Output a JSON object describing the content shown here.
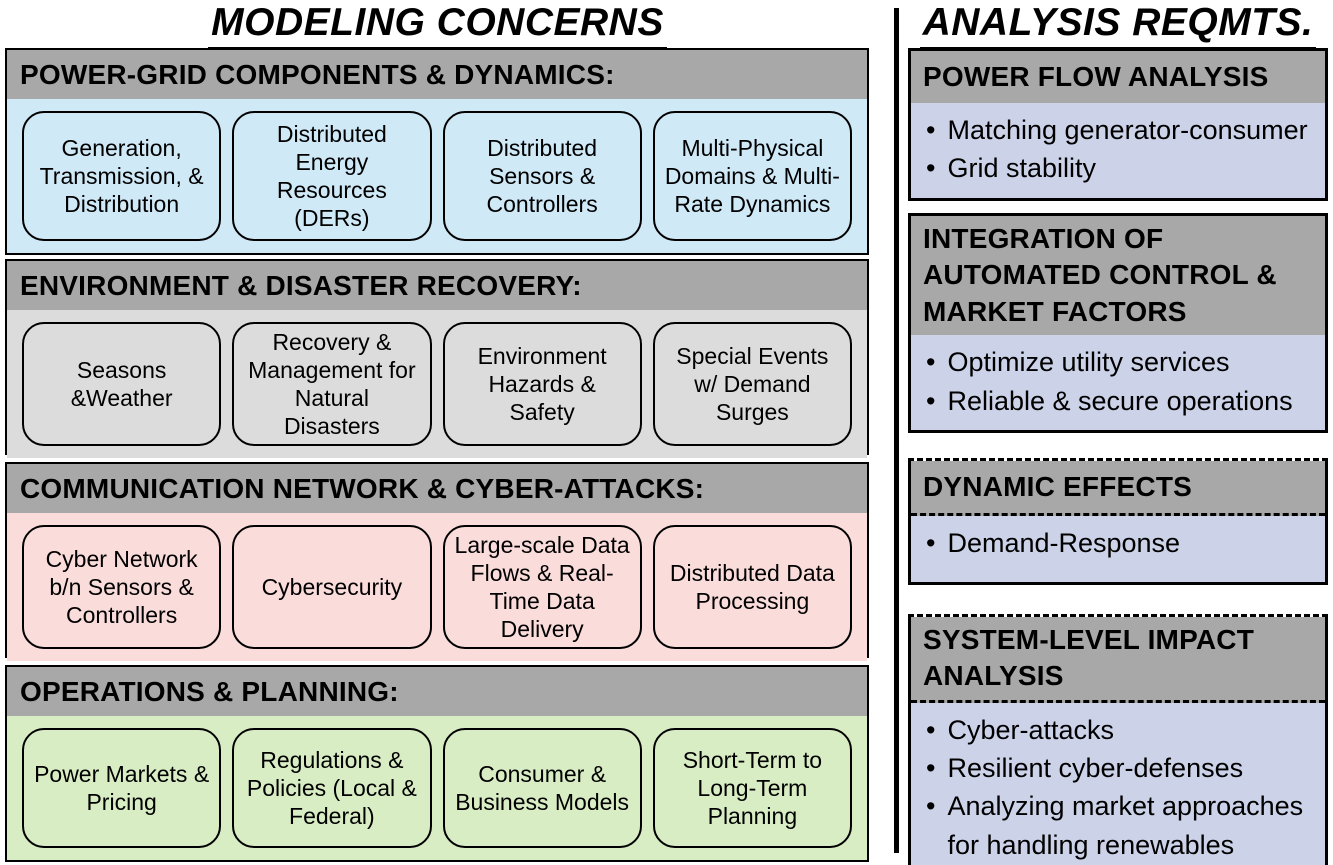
{
  "left_panel": {
    "title": "MODELING CONCERNS",
    "sections": [
      {
        "header": "POWER-GRID COMPONENTS & DYNAMICS:",
        "body_color": "#cfe9f7",
        "boxes": [
          "Generation, Transmission, & Distribution",
          "Distributed Energy Resources (DERs)",
          "Distributed Sensors & Controllers",
          "Multi-Physical Domains & Multi-Rate Dynamics"
        ]
      },
      {
        "header": "ENVIRONMENT & DISASTER RECOVERY:",
        "body_color": "#dcdcdc",
        "boxes": [
          "Seasons &Weather",
          "Recovery & Management for Natural Disasters",
          "Environment Hazards & Safety",
          "Special Events w/ Demand Surges"
        ]
      },
      {
        "header": "COMMUNICATION NETWORK & CYBER-ATTACKS:",
        "body_color": "#fadcdb",
        "boxes": [
          "Cyber Network b/n Sensors & Controllers",
          "Cybersecurity",
          "Large-scale Data Flows & Real-Time Data Delivery",
          "Distributed Data Processing"
        ]
      },
      {
        "header": "OPERATIONS & PLANNING:",
        "body_color": "#d9edc4",
        "boxes": [
          "Power Markets & Pricing",
          "Regulations & Policies (Local & Federal)",
          "Consumer & Business Models",
          "Short-Term to Long-Term Planning"
        ]
      }
    ]
  },
  "right_panel": {
    "title": "ANALYSIS REQMTS.",
    "bullet_glyph": "•",
    "sections": [
      {
        "header": "POWER FLOW ANALYSIS",
        "border_style": "solid",
        "bullets": [
          "Matching generator-consumer",
          "Grid stability"
        ]
      },
      {
        "header": "INTEGRATION OF\nAUTOMATED CONTROL &\nMARKET FACTORS",
        "border_style": "solid",
        "bullets": [
          "Optimize utility services",
          "Reliable & secure operations"
        ]
      },
      {
        "header": "DYNAMIC EFFECTS",
        "border_style": "dashed",
        "bullets": [
          "Demand-Response"
        ]
      },
      {
        "header": "SYSTEM-LEVEL IMPACT\nANALYSIS",
        "border_style": "dashed",
        "bullets": [
          "Cyber-attacks",
          "Resilient cyber-defenses",
          "Analyzing market approaches for handling renewables"
        ]
      }
    ]
  },
  "colors": {
    "header_gray": "#a8a8a8",
    "right_body_lavender": "#ccd2e8",
    "powergrid_blue": "#cfe9f7",
    "environment_gray": "#dcdcdc",
    "cyber_pink": "#fadcdb",
    "operations_green": "#d9edc4",
    "border_black": "#000000"
  }
}
